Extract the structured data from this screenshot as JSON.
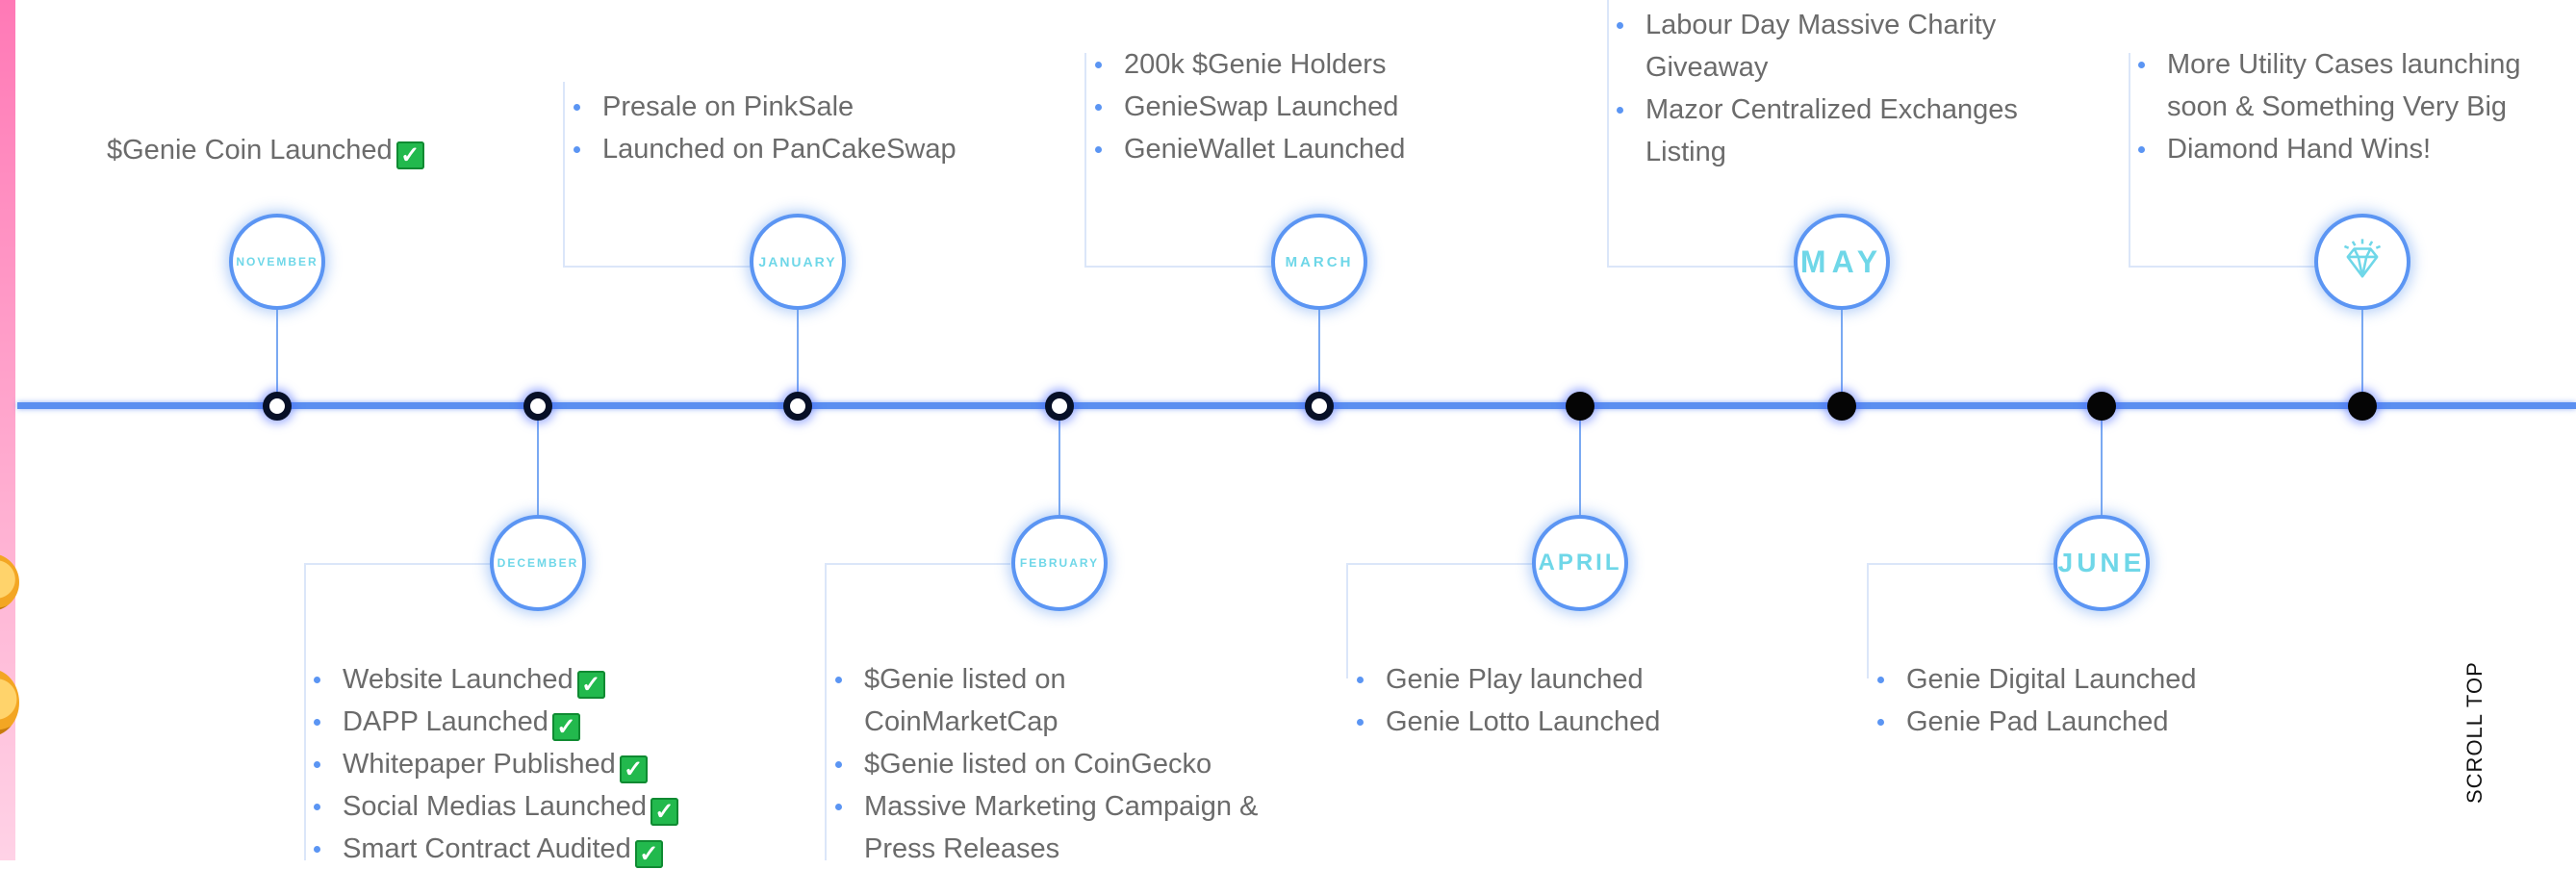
{
  "colors": {
    "accent": "#5b8ff0",
    "month_text": "#6fd7e8",
    "check": "#22b94d",
    "text": "#6b6b6b"
  },
  "months": {
    "november": "NOVEMBER",
    "december": "DECEMBER",
    "january": "JANUARY",
    "february": "FEBRUARY",
    "march": "MARCH",
    "april": "APRIL",
    "may": "MAY",
    "june": "JUNE",
    "future_icon": "diamond-icon"
  },
  "november": {
    "items": [
      "$Genie Coin Launched"
    ]
  },
  "december": {
    "items": [
      "Website Launched",
      "DAPP Launched",
      "Whitepaper Published",
      "Social Medias Launched",
      "Smart Contract Audited"
    ]
  },
  "january": {
    "items": [
      "Presale on PinkSale",
      "Launched on PanCakeSwap"
    ]
  },
  "february": {
    "items": [
      "$Genie listed on CoinMarketCap",
      "$Genie listed on CoinGecko",
      "Massive Marketing Campaign & Press Releases"
    ]
  },
  "march": {
    "items": [
      "200k $Genie Holders",
      "GenieSwap Launched",
      "GenieWallet Launched"
    ]
  },
  "april": {
    "items": [
      "Genie Play launched",
      "Genie Lotto Launched"
    ]
  },
  "may": {
    "items": [
      "Labour Day Massive Charity Giveaway",
      "Mazor Centralized Exchanges Listing"
    ]
  },
  "june": {
    "items": [
      "Genie Digital Launched",
      "Genie Pad Launched"
    ]
  },
  "future": {
    "items": [
      "More Utility Cases launching soon & Something Very Big",
      "Diamond Hand Wins!"
    ]
  },
  "scroll_top": "SCROLL TOP"
}
